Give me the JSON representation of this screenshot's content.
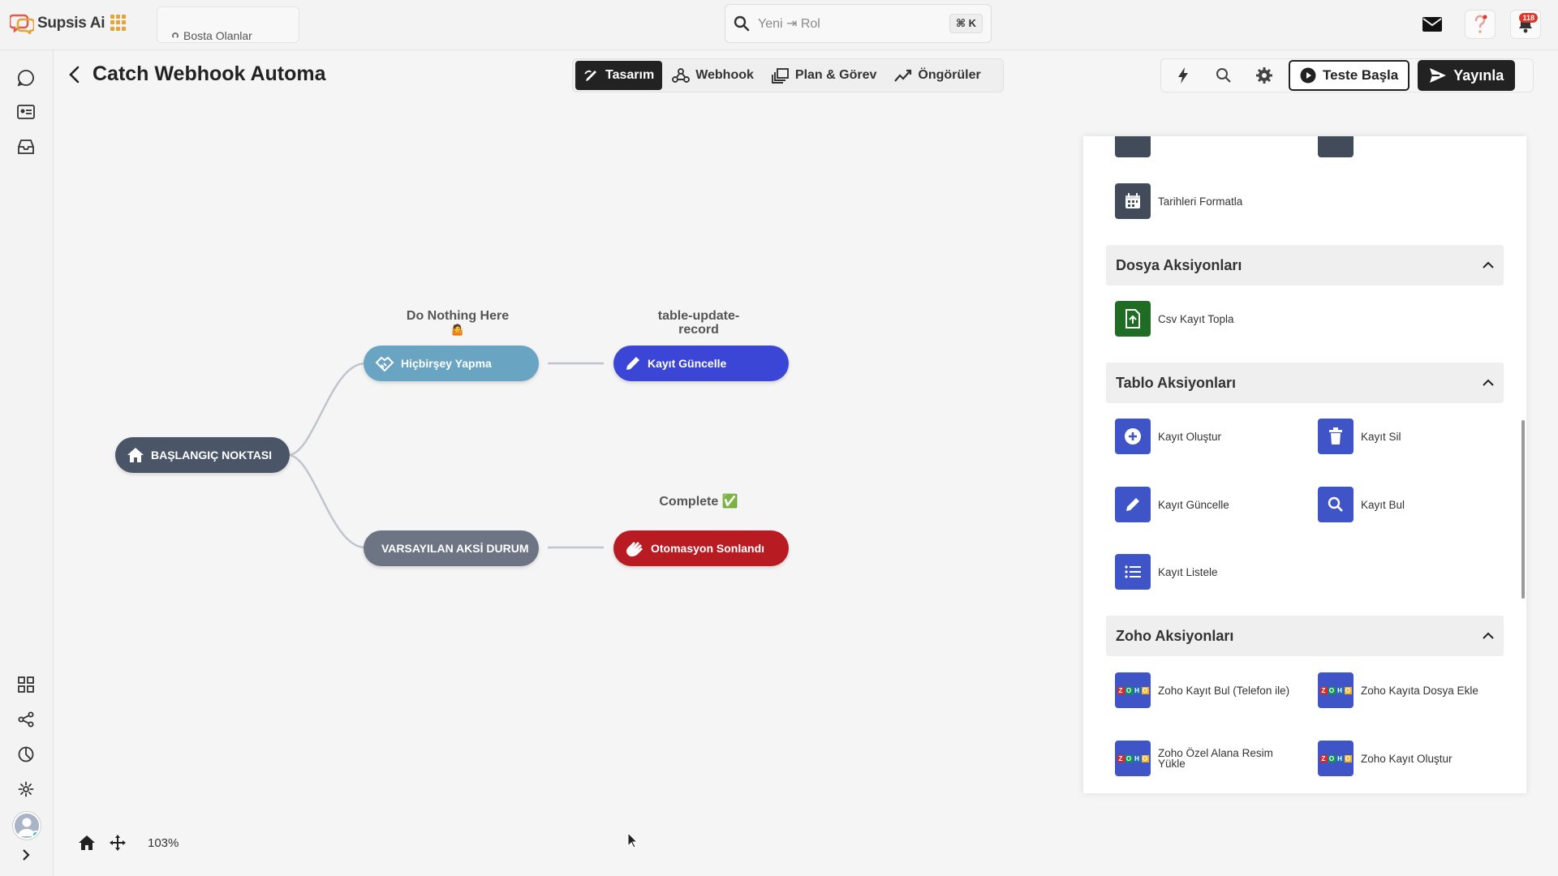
{
  "brand": {
    "name": "Supsis Ai"
  },
  "top_tab": {
    "label": "Bosta Olanlar"
  },
  "search": {
    "placeholder": "Yeni ⇥ Rol",
    "shortcut": "⌘ K"
  },
  "notifications": {
    "count": "118"
  },
  "page": {
    "title": "Catch Webhook Automa"
  },
  "mode_tabs": [
    {
      "label": "Tasarım",
      "active": true,
      "icon": "design-icon"
    },
    {
      "label": "Webhook",
      "active": false,
      "icon": "webhook-icon"
    },
    {
      "label": "Plan & Görev",
      "active": false,
      "icon": "plan-icon"
    },
    {
      "label": "Öngörüler",
      "active": false,
      "icon": "insights-icon"
    }
  ],
  "toolbar": {
    "test_label": "Teste Başla",
    "publish_label": "Yayınla"
  },
  "flow": {
    "start": {
      "label": "BAŞLANGIÇ NOKTASI",
      "color": "#4a5568"
    },
    "branch_top": {
      "label": "Hiçbirşey Yapma",
      "color": "#6aa4c3"
    },
    "branch_bottom": {
      "label": "VARSAYILAN AKSİ DURUM",
      "color": "#6d7483"
    },
    "action_top": {
      "label": "Kayıt Güncelle",
      "color": "#3b46d6",
      "caption_line1": "table-update-",
      "caption_line2": "record"
    },
    "action_bottom": {
      "label": "Otomasyon Sonlandı",
      "color": "#b81c22",
      "caption": "Complete ✅"
    },
    "branch_top_caption": "Do Nothing Here",
    "branch_top_caption_emoji": "🤷"
  },
  "panel": {
    "partial_item": {
      "label": "Tarihleri Formatla"
    },
    "sections": [
      {
        "title": "Dosya Aksiyonları",
        "items": [
          "Csv Kayıt Topla"
        ]
      },
      {
        "title": "Tablo Aksiyonları",
        "items": [
          "Kayıt Oluştur",
          "Kayıt Sil",
          "Kayıt Güncelle",
          "Kayıt Bul",
          "Kayıt Listele"
        ]
      },
      {
        "title": "Zoho Aksiyonları",
        "items": [
          "Zoho Kayıt Bul (Telefon ile)",
          "Zoho Kayıta Dosya Ekle",
          "Zoho Özel Alana Resim Yükle",
          "Zoho Kayıt Oluştur"
        ]
      }
    ]
  },
  "canvas": {
    "zoom": "103%"
  }
}
